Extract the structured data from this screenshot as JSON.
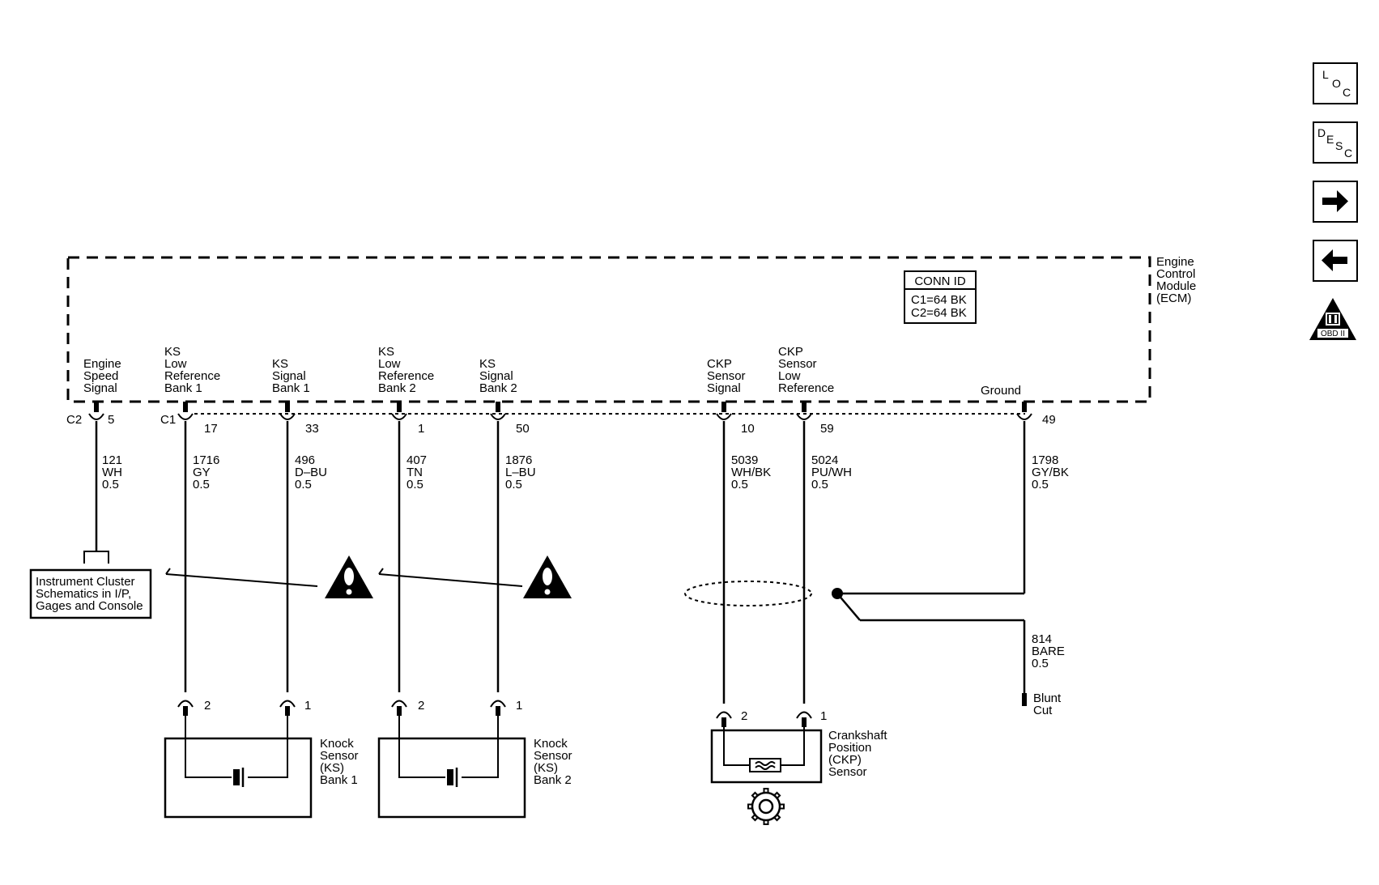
{
  "module": {
    "name_lines": [
      "Engine",
      "Control",
      "Module",
      "(ECM)"
    ],
    "conn_id": {
      "title": "CONN ID",
      "lines": [
        "C1=64 BK",
        "C2=64 BK"
      ]
    }
  },
  "connectors": {
    "c1": "C1",
    "c2": "C2"
  },
  "circuits": [
    {
      "label": [
        "Engine",
        "Speed",
        "Signal"
      ],
      "pin": "5",
      "wire": [
        "121",
        "WH",
        "0.5"
      ]
    },
    {
      "label": [
        "KS",
        "Low",
        "Reference",
        "Bank 1"
      ],
      "pin": "17",
      "wire": [
        "1716",
        "GY",
        "0.5"
      ]
    },
    {
      "label": [
        "KS",
        "Signal",
        "Bank 1"
      ],
      "pin": "33",
      "wire": [
        "496",
        "D–BU",
        "0.5"
      ]
    },
    {
      "label": [
        "KS",
        "Low",
        "Reference",
        "Bank 2"
      ],
      "pin": "1",
      "wire": [
        "407",
        "TN",
        "0.5"
      ]
    },
    {
      "label": [
        "KS",
        "Signal",
        "Bank 2"
      ],
      "pin": "50",
      "wire": [
        "1876",
        "L–BU",
        "0.5"
      ]
    },
    {
      "label": [
        "CKP",
        "Sensor",
        "Signal"
      ],
      "pin": "10",
      "wire": [
        "5039",
        "WH/BK",
        "0.5"
      ]
    },
    {
      "label": [
        "CKP",
        "Sensor",
        "Low",
        "Reference"
      ],
      "pin": "59",
      "wire": [
        "5024",
        "PU/WH",
        "0.5"
      ]
    },
    {
      "label": [
        "Ground"
      ],
      "pin": "49",
      "wire": [
        "1798",
        "GY/BK",
        "0.5"
      ]
    }
  ],
  "instrument_ref": [
    "Instrument Cluster",
    "Schematics in I/P,",
    "Gages and Console"
  ],
  "drain_wire": [
    "814",
    "BARE",
    "0.5"
  ],
  "blunt_cut": [
    "Blunt",
    "Cut"
  ],
  "sensor_pins": {
    "ks1_a": "2",
    "ks1_b": "1",
    "ks2_a": "2",
    "ks2_b": "1",
    "ckp_a": "2",
    "ckp_b": "1"
  },
  "components": {
    "ks1": [
      "Knock",
      "Sensor",
      "(KS)",
      "Bank 1"
    ],
    "ks2": [
      "Knock",
      "Sensor",
      "(KS)",
      "Bank 2"
    ],
    "ckp": [
      "Crankshaft",
      "Position",
      "(CKP)",
      "Sensor"
    ]
  },
  "nav": {
    "loc": [
      "L",
      "O",
      "C"
    ],
    "desc": [
      "D",
      "E",
      "S",
      "C"
    ],
    "forward_icon": "arrow-right-icon",
    "back_icon": "arrow-left-icon",
    "obd_label": "OBD II"
  }
}
